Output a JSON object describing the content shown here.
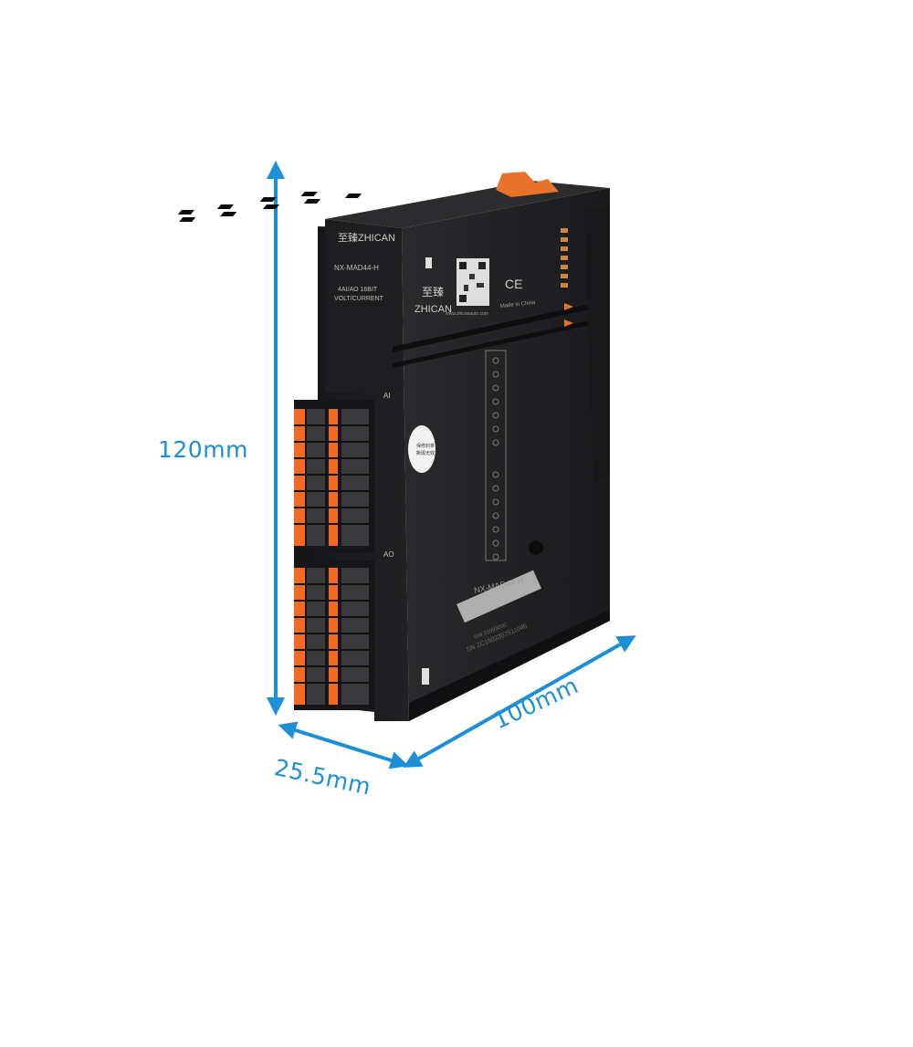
{
  "dimensions": {
    "height": "120mm",
    "depth": "25.5mm",
    "width": "100mm"
  },
  "dimension_color": "#1d8fd6",
  "product": {
    "brand_top": "至臻ZHICAN",
    "model_top": "NX-MAD44-H",
    "spec_line1": "4AI/AO 16BIT",
    "spec_line2": "VOLT/CURRENT",
    "logo_cn": "至臻",
    "logo_en": "ZHICAN",
    "website": "www.zhicanauto.com",
    "made_in": "Made in China",
    "ce_mark": "CE",
    "section_ai": "AI",
    "section_ao": "AO",
    "warranty_sticker_line1": "保修封条",
    "warranty_sticker_line2": "撕毁无效",
    "model_side": "NX-MAD44-H",
    "sn_line": "SN ZC1503207511045",
    "sw_line": "SW 22093090",
    "body_color": "#1c1c1e",
    "terminal_color": "#f26a21",
    "handle_color": "#e8732a"
  }
}
